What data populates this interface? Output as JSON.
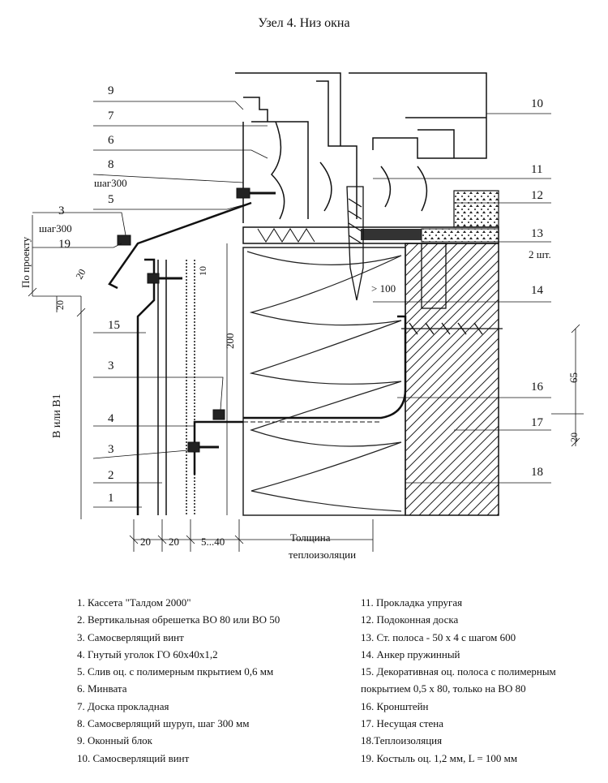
{
  "title": "Узел 4. Низ окна",
  "callouts_left": [
    "9",
    "7",
    "6",
    "8",
    "шаг300",
    "5",
    "3",
    "шаг300",
    "19",
    "15",
    "3",
    "4",
    "3",
    "2",
    "1"
  ],
  "callouts_right": [
    "10",
    "11",
    "12",
    "13",
    "2 шт.",
    "14",
    "16",
    "17",
    "18"
  ],
  "dimensions": {
    "po_proektu": "По проекту",
    "v_ili_v1": "В или В1",
    "d20a": "20",
    "d20b": "20",
    "d10": "10",
    "d200": "200",
    "d100": "> 100",
    "d65": "65",
    "d20c": "20",
    "b20a": "20",
    "b20b": "20",
    "b540": "5...40",
    "thickness_l1": "Толщина",
    "thickness_l2": "теплоизоляции"
  },
  "legend_left": [
    "1. Кассета \"Талдом 2000\"",
    "2. Вертикальная обрешетка ВО 80 или ВО 50",
    "3. Самосверлящий винт",
    "4. Гнутый уголок ГО 60х40х1,2",
    "5. Слив оц. с полимерным пкрытием 0,6 мм",
    "6. Минвата",
    "7. Доска прокладная",
    "8. Самосверлящий шуруп, шаг 300 мм",
    "9. Оконный блок",
    "10. Самосверлящий винт"
  ],
  "legend_right": [
    "11. Прокладка упругая",
    "12. Подоконная доска",
    "13. Ст. полоса  - 50 х 4 с шагом 600",
    "14.  Анкер пружинный",
    "15. Декоративная оц. полоса с полимерным",
    "покрытием 0,5 х 80, только на ВО 80",
    "16. Кронштейн",
    "17. Несущая стена",
    "18.Теплоизоляция",
    "19. Костыль оц. 1,2 мм, L = 100 мм"
  ]
}
